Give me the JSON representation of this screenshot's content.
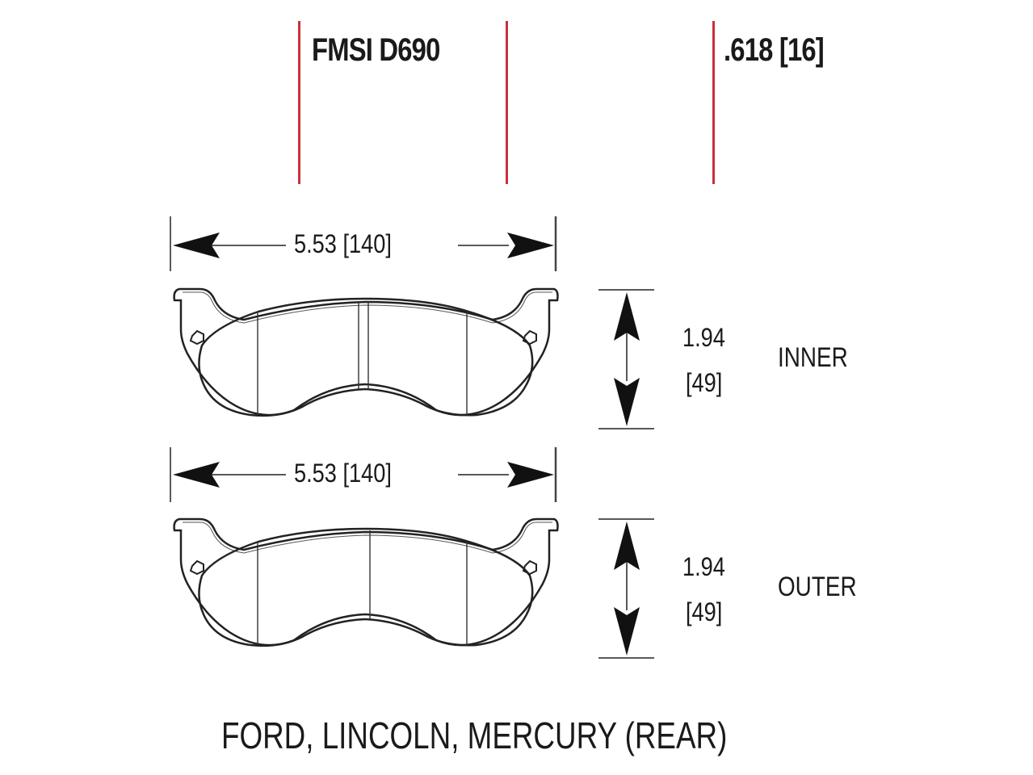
{
  "header": {
    "fmsi_label": "FMSI D690",
    "thickness_label": ".618 [16]"
  },
  "pads": [
    {
      "name": "inner",
      "width_dimension": "5.53 [140]",
      "height_inches": "1.94",
      "height_mm": "[49]",
      "position_label": "INNER"
    },
    {
      "name": "outer",
      "width_dimension": "5.53 [140]",
      "height_inches": "1.94",
      "height_mm": "[49]",
      "position_label": "OUTER"
    }
  ],
  "footer": {
    "application": "FORD, LINCOLN, MERCURY (REAR)"
  },
  "colors": {
    "accent_line": "#c9303a",
    "ink": "#1a1a1a",
    "background": "#ffffff"
  }
}
